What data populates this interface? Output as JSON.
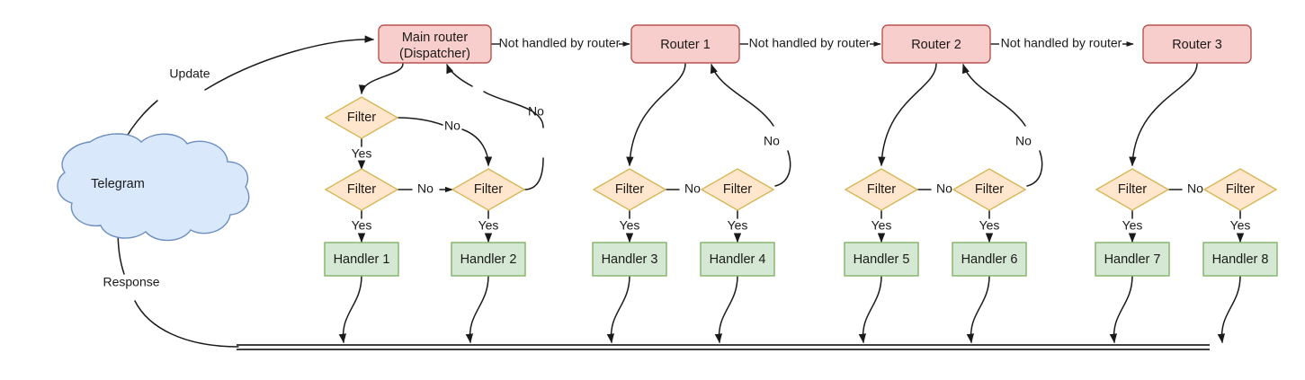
{
  "diagram": {
    "title": "Telegram bot update dispatch flow",
    "colors": {
      "router_fill": "#f8cecc",
      "router_stroke": "#b85450",
      "filter_fill": "#ffe6cc",
      "filter_stroke": "#d6b656",
      "handler_fill": "#d5e8d4",
      "handler_stroke": "#82b366",
      "cloud_fill": "#dae8fc",
      "cloud_stroke": "#6c8ebf",
      "edge": "#1a1a1a",
      "background": "#ffffff"
    },
    "source": {
      "name": "telegram-cloud",
      "label": "Telegram"
    },
    "routers": [
      {
        "name": "main-router",
        "label_line1": "Main router",
        "label_line2": "(Dispatcher)"
      },
      {
        "name": "router-1",
        "label_line1": "Router 1",
        "label_line2": ""
      },
      {
        "name": "router-2",
        "label_line1": "Router 2",
        "label_line2": ""
      },
      {
        "name": "router-3",
        "label_line1": "Router 3",
        "label_line2": ""
      }
    ],
    "filters": [
      {
        "name": "filter-1",
        "label": "Filter"
      },
      {
        "name": "filter-2",
        "label": "Filter"
      },
      {
        "name": "filter-3",
        "label": "Filter"
      },
      {
        "name": "filter-4",
        "label": "Filter"
      },
      {
        "name": "filter-5",
        "label": "Filter"
      },
      {
        "name": "filter-6",
        "label": "Filter"
      },
      {
        "name": "filter-7",
        "label": "Filter"
      },
      {
        "name": "filter-8",
        "label": "Filter"
      }
    ],
    "handlers": [
      {
        "name": "handler-1",
        "label": "Handler 1"
      },
      {
        "name": "handler-2",
        "label": "Handler 2"
      },
      {
        "name": "handler-3",
        "label": "Handler 3"
      },
      {
        "name": "handler-4",
        "label": "Handler 4"
      },
      {
        "name": "handler-5",
        "label": "Handler 5"
      },
      {
        "name": "handler-6",
        "label": "Handler 6"
      },
      {
        "name": "handler-7",
        "label": "Handler 7"
      },
      {
        "name": "handler-8",
        "label": "Handler 8"
      }
    ],
    "edge_labels": {
      "update": "Update",
      "response": "Response",
      "not_handled": "Not handled by router",
      "yes": "Yes",
      "no": "No"
    },
    "not_handled_labels": [
      "Not handled by router",
      "Not handled by router",
      "Not handled by router"
    ],
    "yes_labels": [
      "Yes",
      "Yes",
      "Yes",
      "Yes",
      "Yes",
      "Yes",
      "Yes",
      "Yes"
    ],
    "no_inline_labels": [
      "No",
      "No",
      "No",
      "No"
    ],
    "no_curve_labels": [
      "No",
      "No",
      "No",
      "No",
      "No"
    ]
  }
}
